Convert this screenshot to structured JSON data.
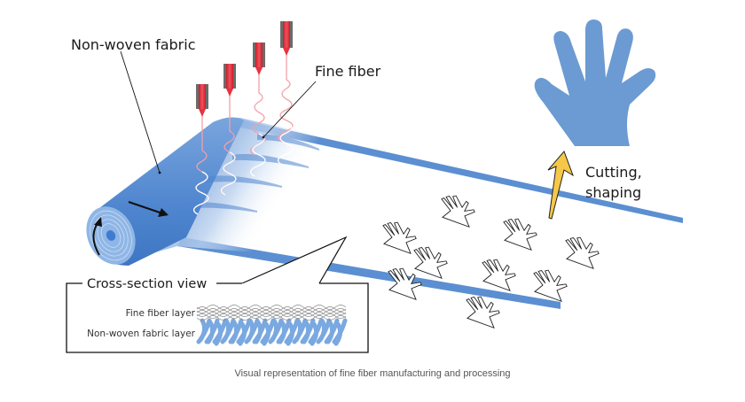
{
  "labels": {
    "non_woven_fabric": "Non-woven fabric",
    "fine_fiber": "Fine fiber",
    "cutting_shaping_line1": "Cutting,",
    "cutting_shaping_line2": "shaping",
    "cross_section_title": "Cross-section view",
    "fine_fiber_layer": "Fine fiber layer",
    "non_woven_fabric_layer": "Non-woven fabric layer"
  },
  "caption": "Visual representation of fine fiber manufacturing and processing",
  "colors": {
    "fabric_blue": "#5b8fd1",
    "fabric_light": "#8fb3e3",
    "glove_blue": "#6b9bd2",
    "needle_red": "#e8323e",
    "needle_gray": "#6b6b6b",
    "fiber_pink": "#f2a0a8",
    "arrow_yellow": "#f5c84a",
    "fine_fiber_gray": "#8a8a8a"
  },
  "nozzle_count": 4,
  "glove_cutout_count": 9
}
